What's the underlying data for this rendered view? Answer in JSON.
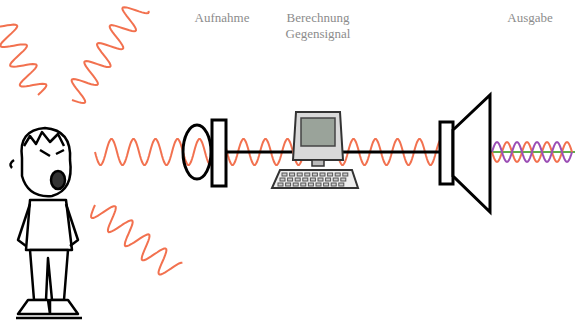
{
  "diagram": {
    "labels": [
      "Aufnahme",
      "Berechnung Gegensignal",
      "Ausgabe"
    ]
  }
}
